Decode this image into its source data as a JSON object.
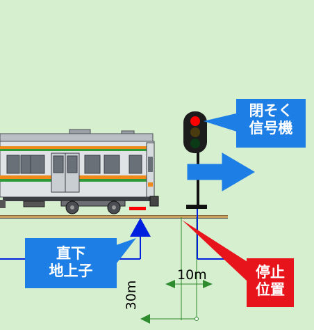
{
  "signal_label": {
    "line1": "閉そく",
    "line2": "信号機",
    "color": "#1d7fe6"
  },
  "beacon_label": {
    "line1": "直下",
    "line2": "地上子",
    "color": "#1d7fe6"
  },
  "stop_label": {
    "line1": "停止",
    "line2": "位置",
    "color": "#e8141c"
  },
  "dimension_horizontal": "10m",
  "dimension_vertical": "30m",
  "colors": {
    "background": "#d6efcf",
    "signal_red": "#ff0000",
    "arrow_blue": "#1d7fe6",
    "beacon_blue": "#0020e0",
    "dimension_green": "#2e8b2e",
    "train_orange": "#ee8a1a",
    "train_green": "#2f9a3a"
  },
  "icons": [
    "block-signal-icon",
    "train-icon",
    "direction-arrow-icon",
    "beacon-triangle-icon"
  ]
}
